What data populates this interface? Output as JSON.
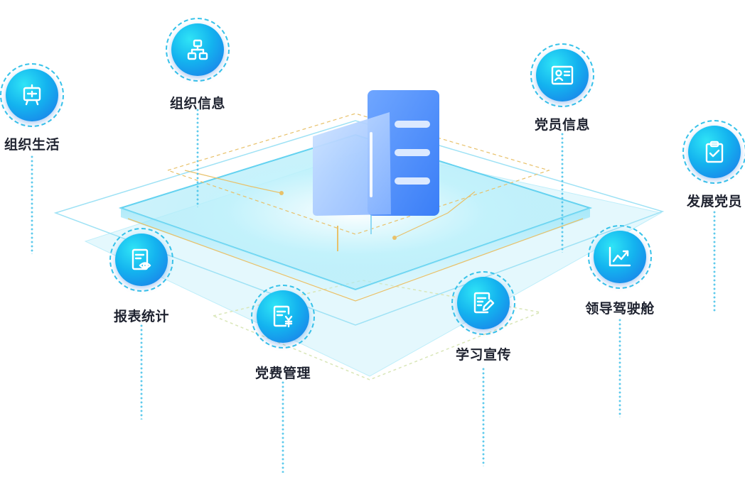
{
  "modules": [
    {
      "id": "zuzhishenghuo",
      "label": "组织生活",
      "icon": "presentation-board-icon"
    },
    {
      "id": "zuzhixinxi",
      "label": "组织信息",
      "icon": "org-chart-icon"
    },
    {
      "id": "dangyuanxinxi",
      "label": "党员信息",
      "icon": "id-card-icon"
    },
    {
      "id": "fazhandangyuan",
      "label": "发展党员",
      "icon": "clipboard-check-icon"
    },
    {
      "id": "baobiaotongji",
      "label": "报表统计",
      "icon": "report-view-icon"
    },
    {
      "id": "dangfeiguanli",
      "label": "党费管理",
      "icon": "fee-document-icon"
    },
    {
      "id": "xuexixuanchuan",
      "label": "学习宣传",
      "icon": "edit-document-icon"
    },
    {
      "id": "lingdaojiashicang",
      "label": "领导驾驶舱",
      "icon": "trend-chart-icon"
    }
  ],
  "colors": {
    "accent": "#1aa6ee",
    "accent_light": "#2fe4f6",
    "accent_dark": "#1b74e8",
    "ring": "#38c3ea",
    "text": "#1f2330",
    "gold_line": "#e8c16a",
    "platform": "#bfeefa"
  }
}
